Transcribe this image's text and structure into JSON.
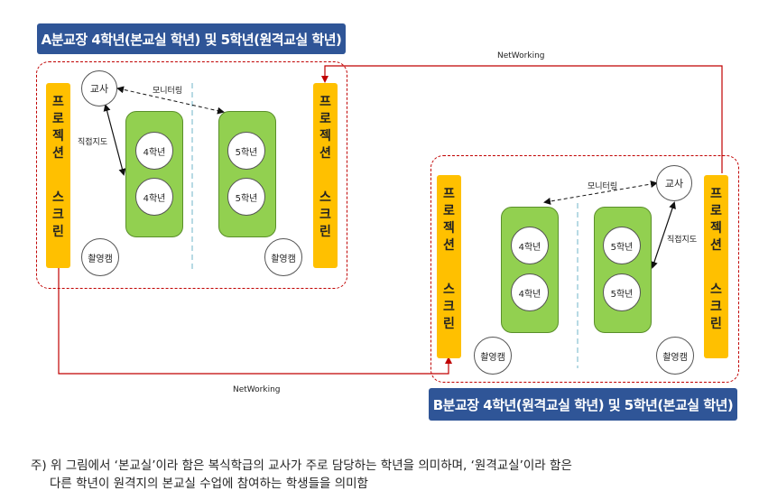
{
  "campus_a": {
    "title": "A분교장 4학년(본교실 학년) 및 5학년(원격교실 학년)",
    "teacher": "교사",
    "grade_group_1": [
      "4학년",
      "4학년"
    ],
    "grade_group_2": [
      "5학년",
      "5학년"
    ],
    "monitoring_label": "모니터링",
    "direct_guidance_label": "직접지도",
    "camera_left": "촬영캠",
    "camera_right": "촬영캠",
    "screen_left": {
      "top": [
        "프",
        "로",
        "젝",
        "션"
      ],
      "bottom": [
        "스",
        "크",
        "린"
      ]
    },
    "screen_right": {
      "top": [
        "프",
        "로",
        "젝",
        "션"
      ],
      "bottom": [
        "스",
        "크",
        "린"
      ]
    }
  },
  "campus_b": {
    "title": "B분교장 4학년(원격교실 학년) 및 5학년(본교실 학년)",
    "teacher": "교사",
    "grade_group_1": [
      "4학년",
      "4학년"
    ],
    "grade_group_2": [
      "5학년",
      "5학년"
    ],
    "monitoring_label": "모니터링",
    "direct_guidance_label": "직접지도",
    "camera_left": "촬영캠",
    "camera_right": "촬영캠",
    "screen_left": {
      "top": [
        "프",
        "로",
        "젝",
        "션"
      ],
      "bottom": [
        "스",
        "크",
        "린"
      ]
    },
    "screen_right": {
      "top": [
        "프",
        "로",
        "젝",
        "션"
      ],
      "bottom": [
        "스",
        "크",
        "린"
      ]
    }
  },
  "network": {
    "top_label": "NetWorking",
    "bottom_label": "NetWorking"
  },
  "note": {
    "line1": "주) 위 그림에서 ‘본교실’이라 함은 복식학급의 교사가 주로 담당하는 학년을 의미하며, ‘원격교실’이라 함은",
    "line2": "다른 학년이 원격지의 본교실 수업에 참여하는 학생들을 의미함"
  },
  "colors": {
    "title_bg": "#2f5597",
    "screen": "#ffc000",
    "student_group": "#92d050",
    "network_line": "#c00000"
  }
}
